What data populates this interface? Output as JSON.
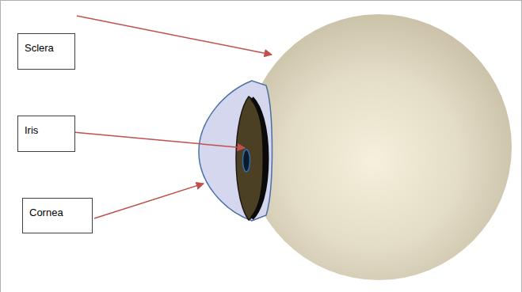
{
  "diagram": {
    "nodes": [
      {
        "text": [
          "Sclera"
        ]
      },
      {
        "text": [
          "Iris"
        ]
      },
      {
        "text": [
          "Cornea"
        ]
      }
    ]
  }
}
